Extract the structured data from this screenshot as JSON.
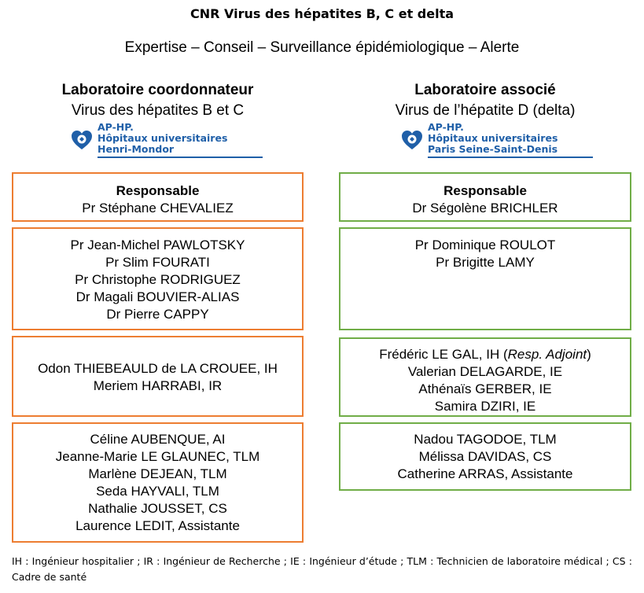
{
  "title": "CNR Virus des hépatites B, C et delta",
  "subtitle": "Expertise – Conseil – Surveillance épidémiologique – Alerte",
  "left": {
    "name": "Laboratoire coordonnateur",
    "virus": "Virus des hépatites B et C",
    "logo": {
      "line1": "AP-HP.",
      "line2": "Hôpitaux universitaires",
      "line3": "Henri-Mondor",
      "icon": "aphp-heart-logo"
    },
    "responsable_label": "Responsable",
    "responsable": "Pr Stéphane CHEVALIEZ",
    "group1": [
      "Pr Jean-Michel PAWLOTSKY",
      "Pr Slim FOURATI",
      "Pr Christophe RODRIGUEZ",
      "Dr Magali BOUVIER-ALIAS",
      "Dr Pierre CAPPY"
    ],
    "group2": [
      "Odon THIEBEAULD de LA CROUEE, IH",
      "Meriem HARRABI, IR"
    ],
    "group3": [
      "Céline AUBENQUE, AI",
      "Jeanne-Marie LE GLAUNEC, TLM",
      "Marlène DEJEAN, TLM",
      "Seda HAYVALI, TLM",
      "Nathalie JOUSSET, CS",
      "Laurence LEDIT, Assistante"
    ],
    "border_color": "#ed7d31"
  },
  "right": {
    "name": "Laboratoire associé",
    "virus": "Virus de l’hépatite D (delta)",
    "logo": {
      "line1": "AP-HP.",
      "line2": "Hôpitaux universitaires",
      "line3": "Paris Seine-Saint-Denis",
      "icon": "aphp-heart-logo"
    },
    "responsable_label": "Responsable",
    "responsable": "Dr Ségolène BRICHLER",
    "group1": [
      "Pr Dominique ROULOT",
      "Pr Brigitte LAMY"
    ],
    "group2_first_prefix": "Frédéric LE GAL, IH (",
    "group2_first_italic": "Resp. Adjoint",
    "group2_first_suffix": ")",
    "group2": [
      "Valerian DELAGARDE, IE",
      "Athénaïs GERBER, IE",
      "Samira DZIRI, IE"
    ],
    "group3": [
      "Nadou TAGODOE, TLM",
      "Mélissa DAVIDAS, CS",
      "Catherine ARRAS, Assistante"
    ],
    "border_color": "#70ad47"
  },
  "footnote": "IH : Ingénieur hospitalier ; IR : Ingénieur de Recherche ; IE : Ingénieur d’étude ; TLM : Technicien de laboratoire médical ; CS : Cadre de santé",
  "colors": {
    "logo_blue": "#1f5fa8"
  }
}
